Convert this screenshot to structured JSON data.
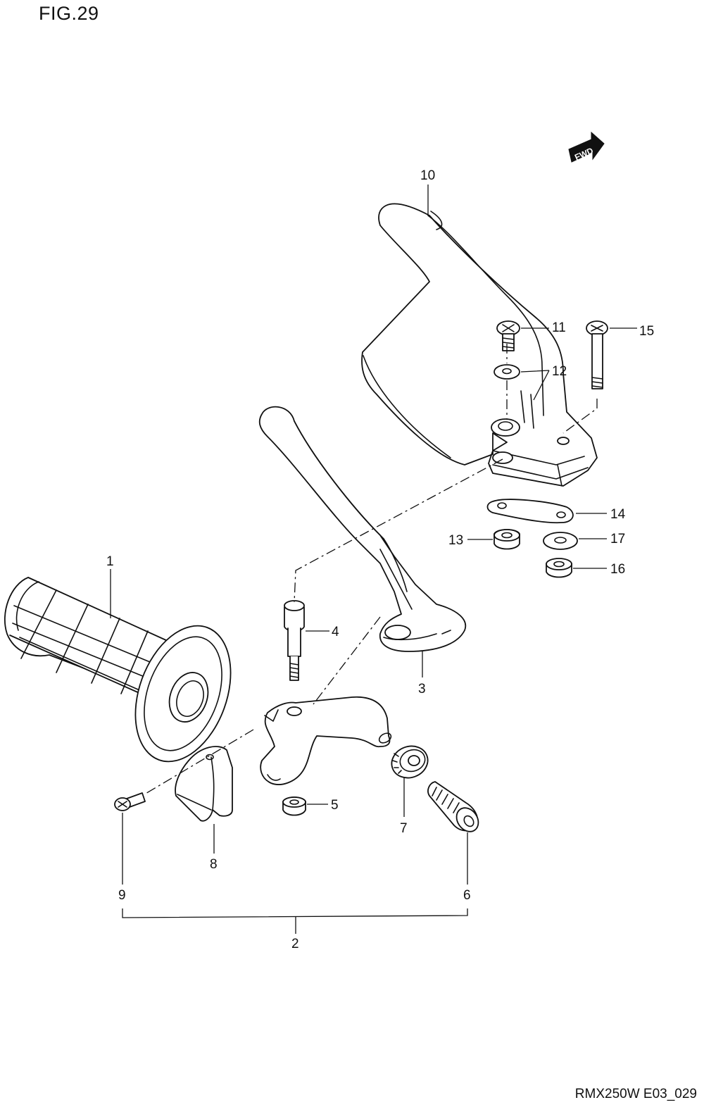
{
  "figure": {
    "title": "FIG.29",
    "code": "RMX250W E03_029"
  },
  "fwd_label": "FWD",
  "parts": [
    {
      "id": "1",
      "icon": "grip-icon"
    },
    {
      "id": "2",
      "icon": "lever-assembly-bracket"
    },
    {
      "id": "3",
      "icon": "clutch-lever-icon"
    },
    {
      "id": "4",
      "icon": "pivot-bolt-icon"
    },
    {
      "id": "5",
      "icon": "nut-icon"
    },
    {
      "id": "6",
      "icon": "adjuster-bolt-icon"
    },
    {
      "id": "7",
      "icon": "adjuster-nut-icon"
    },
    {
      "id": "8",
      "icon": "holder-clamp-icon"
    },
    {
      "id": "9",
      "icon": "screw-icon"
    },
    {
      "id": "10",
      "icon": "hand-guard-icon"
    },
    {
      "id": "11",
      "icon": "screw-icon"
    },
    {
      "id": "12",
      "icon": "washer-icon"
    },
    {
      "id": "13",
      "icon": "nut-icon"
    },
    {
      "id": "14",
      "icon": "plate-icon"
    },
    {
      "id": "15",
      "icon": "bolt-icon"
    },
    {
      "id": "16",
      "icon": "nut-icon"
    },
    {
      "id": "17",
      "icon": "washer-icon"
    }
  ]
}
